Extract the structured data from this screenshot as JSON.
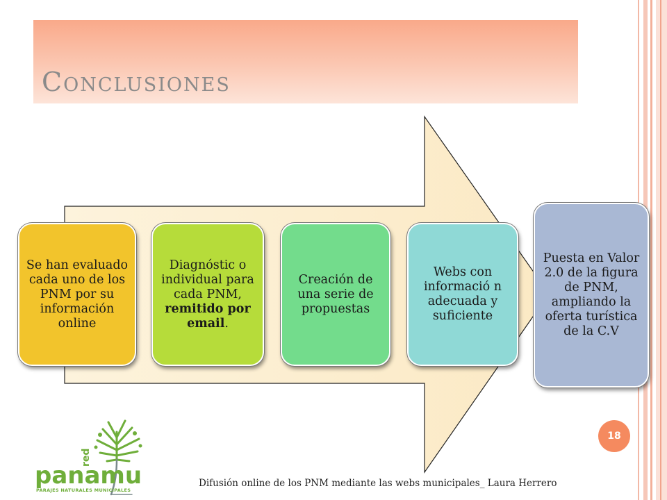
{
  "title": "Conclusiones",
  "steps": [
    {
      "text_before": "Se han evaluado cada uno de los PNM por su información online",
      "text_bold": "",
      "text_after": "",
      "color": "#f2c42c"
    },
    {
      "text_before": "Diagnóstic o individual para cada PNM, ",
      "text_bold": "remitido por email",
      "text_after": ".",
      "color": "#b6dc3a"
    },
    {
      "text_before": "Creación de una serie de propuestas",
      "text_bold": "",
      "text_after": "",
      "color": "#73dc8c"
    },
    {
      "text_before": "Webs con informació n adecuada y suficiente",
      "text_bold": "",
      "text_after": "",
      "color": "#8fd9d6"
    },
    {
      "text_before": "Puesta en Valor 2.0 de la figura de PNM, ampliando la oferta turística de la C.V",
      "text_bold": "",
      "text_after": "",
      "color": "#a9b8d4"
    }
  ],
  "page_number": "18",
  "footer": "Difusión online de los PNM mediante las webs municipales_ Laura Herrero",
  "logo": {
    "small_text": "red",
    "main_text": "panamu",
    "tagline": "PARAJES NATURALES MUNICIPALES",
    "color": "#6fae3a"
  },
  "colors": {
    "title_band": "#f9a98a",
    "arrow_fill": "#fdf1d6",
    "badge": "#f58a5f"
  }
}
